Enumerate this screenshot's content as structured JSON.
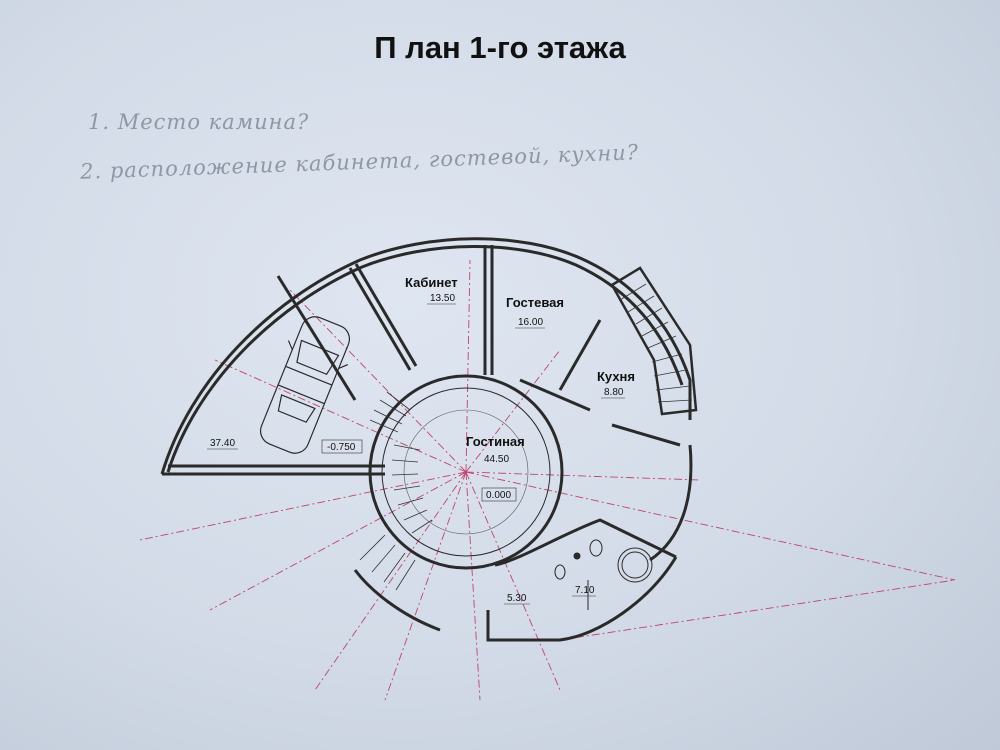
{
  "title": "П лан 1-го этажа",
  "notes": [
    "1. Место камина?",
    "2. расположение кабинета, гостевой, кухни?"
  ],
  "rooms": {
    "cabinet": {
      "name": "Кабинет",
      "area": "13.50"
    },
    "guest": {
      "name": "Гостевая",
      "area": "16.00"
    },
    "kitchen": {
      "name": "Кухня",
      "area": "8.80"
    },
    "living": {
      "name": "Гостиная",
      "area": "44.50",
      "level": "0.000"
    },
    "garage": {
      "area": "37.40",
      "level": "-0.750"
    },
    "room_a": {
      "area": "5.30"
    },
    "room_b": {
      "area": "7.10"
    }
  },
  "colors": {
    "wall": "#2a2a2a",
    "axis": "#c0436e",
    "paper": "#dbe2ee"
  }
}
